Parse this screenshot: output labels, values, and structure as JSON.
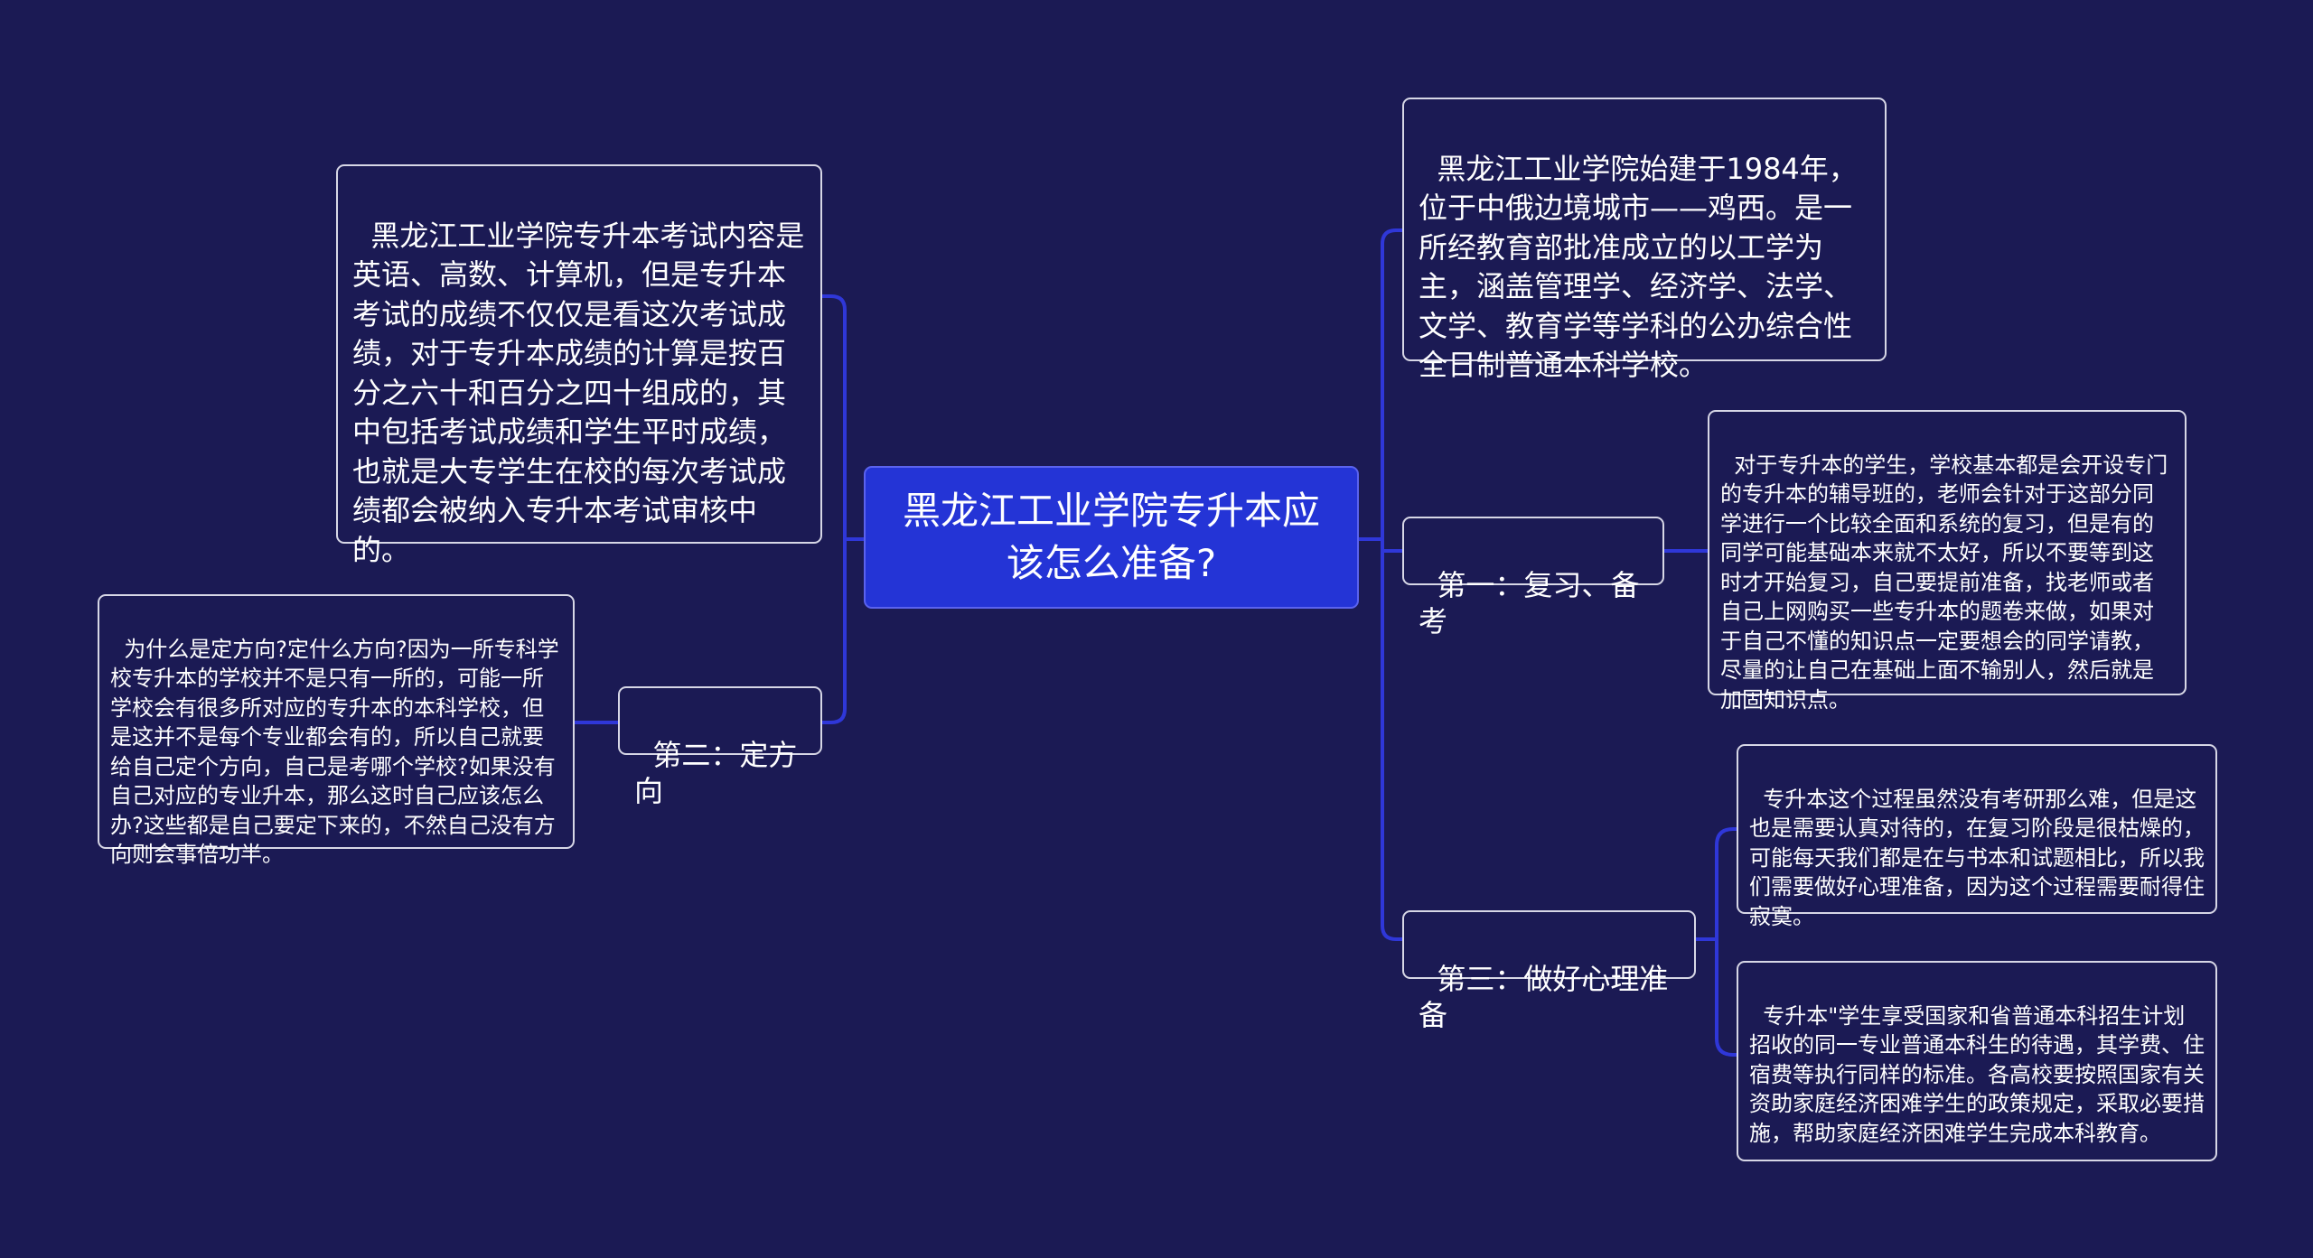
{
  "colors": {
    "background": "#1b1a54",
    "root_fill": "#2434d6",
    "link": "#2f37d8",
    "node_border": "#d7d7e6",
    "text": "#ffffff"
  },
  "root": {
    "label": "黑龙江工业学院专升本应该怎么准备?"
  },
  "left": {
    "exam_note": "黑龙江工业学院专升本考试内容是英语、高数、计算机，但是专升本考试的成绩不仅仅是看这次考试成绩，对于专升本成绩的计算是按百分之六十和百分之四十组成的，其中包括考试成绩和学生平时成绩，也就是大专学生在校的每次考试成绩都会被纳入专升本考试审核中的。",
    "branch2": {
      "label": "第二：定方向",
      "detail": "为什么是定方向?定什么方向?因为一所专科学校专升本的学校并不是只有一所的，可能一所学校会有很多所对应的专升本的本科学校，但是这并不是每个专业都会有的，所以自己就要给自己定个方向，自己是考哪个学校?如果没有自己对应的专业升本，那么这时自己应该怎么办?这些都是自己要定下来的，不然自己没有方向则会事倍功半。"
    }
  },
  "right": {
    "intro": "黑龙江工业学院始建于1984年，位于中俄边境城市——鸡西。是一所经教育部批准成立的以工学为主，涵盖管理学、经济学、法学、文学、教育学等学科的公办综合性全日制普通本科学校。",
    "branch1": {
      "label": "第一：复习、备考",
      "detail": "对于专升本的学生，学校基本都是会开设专门的专升本的辅导班的，老师会针对于这部分同学进行一个比较全面和系统的复习，但是有的同学可能基础本来就不太好，所以不要等到这时才开始复习，自己要提前准备，找老师或者自己上网购买一些专升本的题卷来做，如果对于自己不懂的知识点一定要想会的同学请教，尽量的让自己在基础上面不输别人，然后就是加固知识点。"
    },
    "branch3": {
      "label": "第三：做好心理准备",
      "detail_a": "专升本这个过程虽然没有考研那么难，但是这也是需要认真对待的，在复习阶段是很枯燥的，可能每天我们都是在与书本和试题相比，所以我们需要做好心理准备，因为这个过程需要耐得住寂寞。",
      "detail_b": "专升本\"学生享受国家和省普通本科招生计划招收的同一专业普通本科生的待遇，其学费、住宿费等执行同样的标准。各高校要按照国家有关资助家庭经济困难学生的政策规定，采取必要措施，帮助家庭经济困难学生完成本科教育。"
    }
  }
}
